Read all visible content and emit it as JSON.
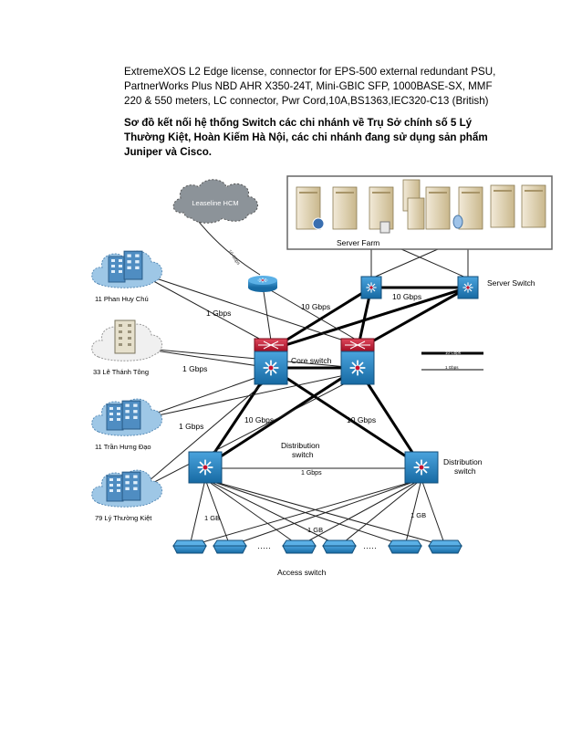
{
  "document": {
    "intro": "ExtremeXOS L2 Edge license, connector for EPS-500 external redundant PSU, PartnerWorks Plus NBD AHR X350-24T, Mini-GBIC SFP, 1000BASE-SX, MMF 220 & 550 meters, LC connector, Pwr Cord,10A,BS1363,IEC320-C13 (British)",
    "caption": "Sơ đồ kết nối hệ thống Switch các chi nhánh về Trụ Sở chính số 5 Lý Thường Kiệt, Hoàn Kiếm Hà Nội, các chi nhánh đang sử dụng sản phẩm Juniper và Cisco."
  },
  "diagram": {
    "cloud": "Leaseline HCM",
    "cloud_link": "10 Gbps",
    "server_farm": "Server Farm",
    "server_switch": "Server Switch",
    "core_switch": "Core switch",
    "distribution_switch_center": "Distribution switch",
    "distribution_switch_right": "Distribution switch",
    "access_switch": "Access switch",
    "branches": {
      "b1": "11 Phan Huy Chú",
      "b2": "33 Lê Thánh Tông",
      "b3": "11 Trần Hưng Đạo",
      "b4": "79 Lý Thường Kiệt"
    },
    "links": {
      "core_server": "10 Gbps",
      "server_server": "10 Gbps",
      "b1": "1 Gbps",
      "b2": "1 Gbps",
      "b3": "1 Gbps",
      "core_dist_left": "10 Gbps",
      "core_dist_right": "10 Gbps",
      "dist_dist": "1 Gbps",
      "access_left": "1 GB",
      "access_center": "1 GB",
      "access_right": "1 GB"
    },
    "legend": {
      "thick": "10 Gbps",
      "thin": "1 Gbps"
    },
    "ellipsis": "·····"
  },
  "colors": {
    "switch_blue": "#1f77b8",
    "switch_red": "#c8102e",
    "cloud_gray": "#8c9399",
    "branch_blue": "#9ec7e6",
    "server_tan": "#d9c9a3"
  }
}
